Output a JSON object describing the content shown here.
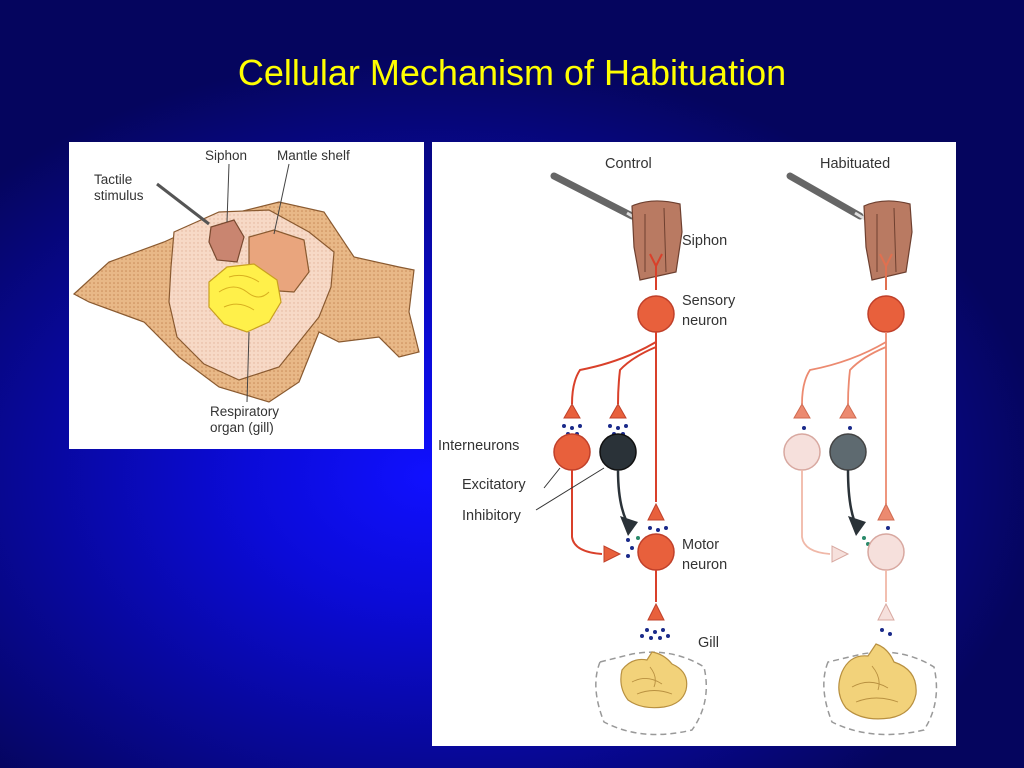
{
  "title": "Cellular Mechanism of Habituation",
  "left_panel": {
    "tactile": [
      "Tactile",
      "stimulus"
    ],
    "siphon": "Siphon",
    "mantle": "Mantle shelf",
    "respiratory": [
      "Respiratory",
      "organ (gill)"
    ]
  },
  "right_panel": {
    "control": "Control",
    "habituated": "Habituated",
    "siphon": "Siphon",
    "sensory": [
      "Sensory",
      "neuron"
    ],
    "interneurons": "Interneurons",
    "excitatory": "Excitatory",
    "inhibitory": "Inhibitory",
    "motor": [
      "Motor",
      "neuron"
    ],
    "gill": "Gill"
  },
  "colors": {
    "background": "#0b0bd8",
    "title": "#ffff00",
    "neuron_active": "#e8603c",
    "neuron_faded": "#f6e0dc",
    "inhibitory": "#2a3238",
    "gill": "#f2d27a",
    "aplysia_body": "#e3b27f"
  }
}
